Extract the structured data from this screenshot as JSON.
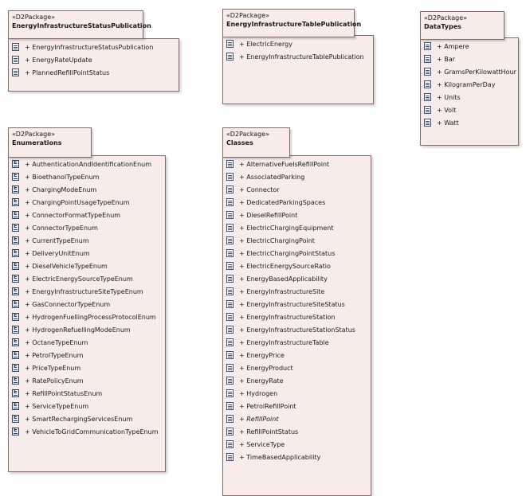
{
  "packages": [
    {
      "stereotype": "«D2Package»",
      "name": "EnergyInfrastructureStatusPublication",
      "icon": "class",
      "items": [
        {
          "label": "+ EnergyInfrastructureStatusPublication"
        },
        {
          "label": "+ EnergyRateUpdate"
        },
        {
          "label": "+ PlannedRefillPointStatus"
        }
      ]
    },
    {
      "stereotype": "«D2Package»",
      "name": "EnergyInfrastructureTablePublication",
      "icon": "class",
      "items": [
        {
          "label": "+ ElectricEnergy"
        },
        {
          "label": "+ EnergyInfrastructureTablePublication"
        }
      ]
    },
    {
      "stereotype": "«D2Package»",
      "name": "DataTypes",
      "icon": "class",
      "items": [
        {
          "label": "+ Ampere"
        },
        {
          "label": "+ Bar"
        },
        {
          "label": "+ GramsPerKilowattHour"
        },
        {
          "label": "+ KilogramPerDay"
        },
        {
          "label": "+ Units"
        },
        {
          "label": "+ Volt"
        },
        {
          "label": "+ Watt"
        }
      ]
    },
    {
      "stereotype": "«D2Package»",
      "name": "Enumerations",
      "icon": "enum",
      "items": [
        {
          "label": "+ AuthenticationAndIdentificationEnum"
        },
        {
          "label": "+ BioethanolTypeEnum"
        },
        {
          "label": "+ ChargingModeEnum"
        },
        {
          "label": "+ ChargingPointUsageTypeEnum"
        },
        {
          "label": "+ ConnectorFormatTypeEnum"
        },
        {
          "label": "+ ConnectorTypeEnum"
        },
        {
          "label": "+ CurrentTypeEnum"
        },
        {
          "label": "+ DeliveryUnitEnum"
        },
        {
          "label": "+ DieselVehicleTypeEnum"
        },
        {
          "label": "+ ElectricEnergySourceTypeEnum"
        },
        {
          "label": "+ EnergyInfrastructureSiteTypeEnum"
        },
        {
          "label": "+ GasConnectorTypeEnum"
        },
        {
          "label": "+ HydrogenFuellingProcessProtocolEnum"
        },
        {
          "label": "+ HydrogenRefuellingModeEnum"
        },
        {
          "label": "+ OctaneTypeEnum"
        },
        {
          "label": "+ PetrolTypeEnum"
        },
        {
          "label": "+ PriceTypeEnum"
        },
        {
          "label": "+ RatePolicyEnum"
        },
        {
          "label": "+ RefillPointStatusEnum"
        },
        {
          "label": "+ ServiceTypeEnum"
        },
        {
          "label": "+ SmartRechargingServicesEnum"
        },
        {
          "label": "+ VehicleToGridCommunicationTypeEnum"
        }
      ]
    },
    {
      "stereotype": "«D2Package»",
      "name": "Classes",
      "icon": "class",
      "items": [
        {
          "label": "+ AlternativeFuelsRefillPoint"
        },
        {
          "label": "+ AssociatedParking"
        },
        {
          "label": "+ Connector"
        },
        {
          "label": "+ DedicatedParkingSpaces"
        },
        {
          "label": "+ DieselRefillPoint"
        },
        {
          "label": "+ ElectricChargingEquipment"
        },
        {
          "label": "+ ElectricChargingPoint"
        },
        {
          "label": "+ ElectricChargingPointStatus"
        },
        {
          "label": "+ ElectricEnergySourceRatio"
        },
        {
          "label": "+ EnergyBasedApplicability"
        },
        {
          "label": "+ EnergyInfrastructureSite"
        },
        {
          "label": "+ EnergyInfrastructureSiteStatus"
        },
        {
          "label": "+ EnergyInfrastructureStation"
        },
        {
          "label": "+ EnergyInfrastructureStationStatus"
        },
        {
          "label": "+ EnergyInfrastructureTable"
        },
        {
          "label": "+ EnergyPrice"
        },
        {
          "label": "+ EnergyProduct"
        },
        {
          "label": "+ EnergyRate"
        },
        {
          "label": "+ Hydrogen"
        },
        {
          "label": "+ PetrolRefillPoint"
        },
        {
          "label": "+ RefillPoint",
          "italic": true
        },
        {
          "label": "+ RefillPointStatus"
        },
        {
          "label": "+ ServiceType"
        },
        {
          "label": "+ TimeBasedApplicability"
        }
      ]
    }
  ],
  "colors": {
    "fill": "#f8ecea",
    "border": "#8a6b68",
    "icon": "#3c4f7a"
  }
}
